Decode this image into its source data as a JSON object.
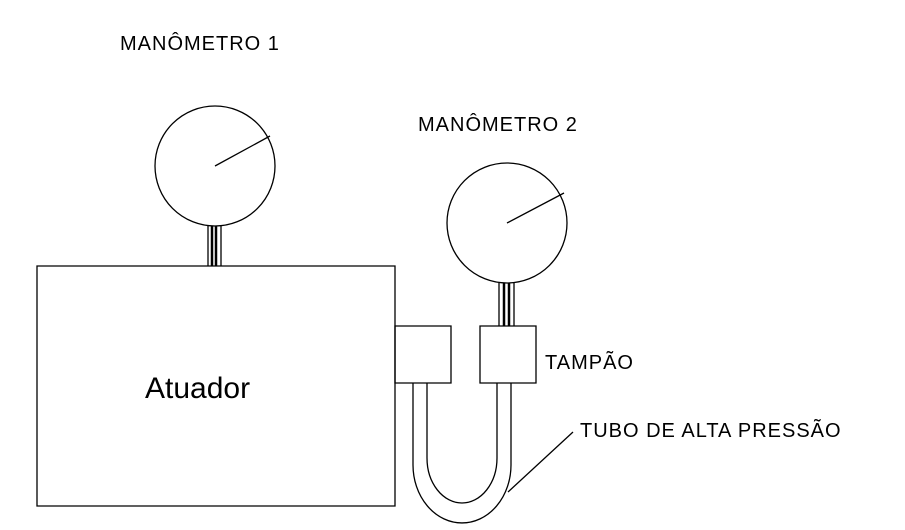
{
  "labels": {
    "gauge1": "MANÔMETRO 1",
    "gauge2": "MANÔMETRO 2",
    "actuator": "Atuador",
    "plug": "TAMPÃO",
    "hose": "TUBO DE ALTA PRESSÃO"
  },
  "colors": {
    "line": "#000000",
    "background": "#ffffff"
  }
}
